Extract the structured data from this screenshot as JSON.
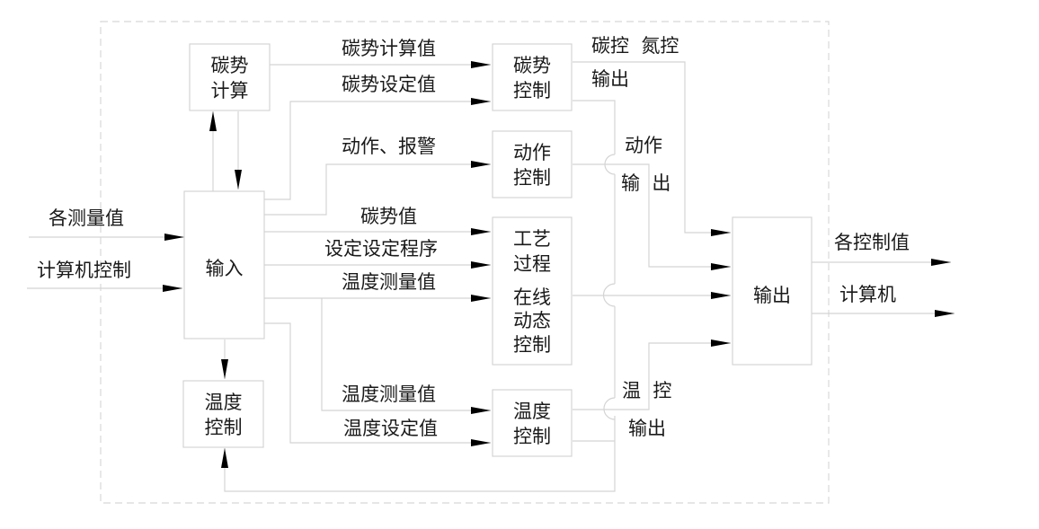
{
  "diagram": {
    "blocks": {
      "carbon_calc": [
        "碳势",
        "计算"
      ],
      "input": [
        "输入"
      ],
      "temp_ctrl_left": [
        "温度",
        "控制"
      ],
      "carbon_ctrl": [
        "碳势",
        "控制"
      ],
      "action_ctrl": [
        "动作",
        "控制"
      ],
      "process_ctrl": [
        "工艺",
        "过程",
        "在线",
        "动态",
        "控制"
      ],
      "temp_ctrl": [
        "温度",
        "控制"
      ],
      "output": [
        "输出"
      ]
    },
    "labels": {
      "measured_values": "各测量值",
      "computer_control": "计算机控制",
      "carbon_calc_value": "碳势计算值",
      "carbon_set_value": "碳势设定值",
      "action_alarm": "动作、报警",
      "carbon_value": "碳势值",
      "set_program": "设定设定程序",
      "temp_measured_1": "温度测量值",
      "temp_measured_2": "温度测量值",
      "temp_set_value": "温度设定值",
      "carbon_nitrogen_ctrl": "碳控  氮控",
      "carbon_output": "输出",
      "action_label": "动作",
      "action_output": "输  出",
      "temp_label": "温  控",
      "temp_output": "输出",
      "control_values": "各控制值",
      "computer": "计算机"
    }
  }
}
